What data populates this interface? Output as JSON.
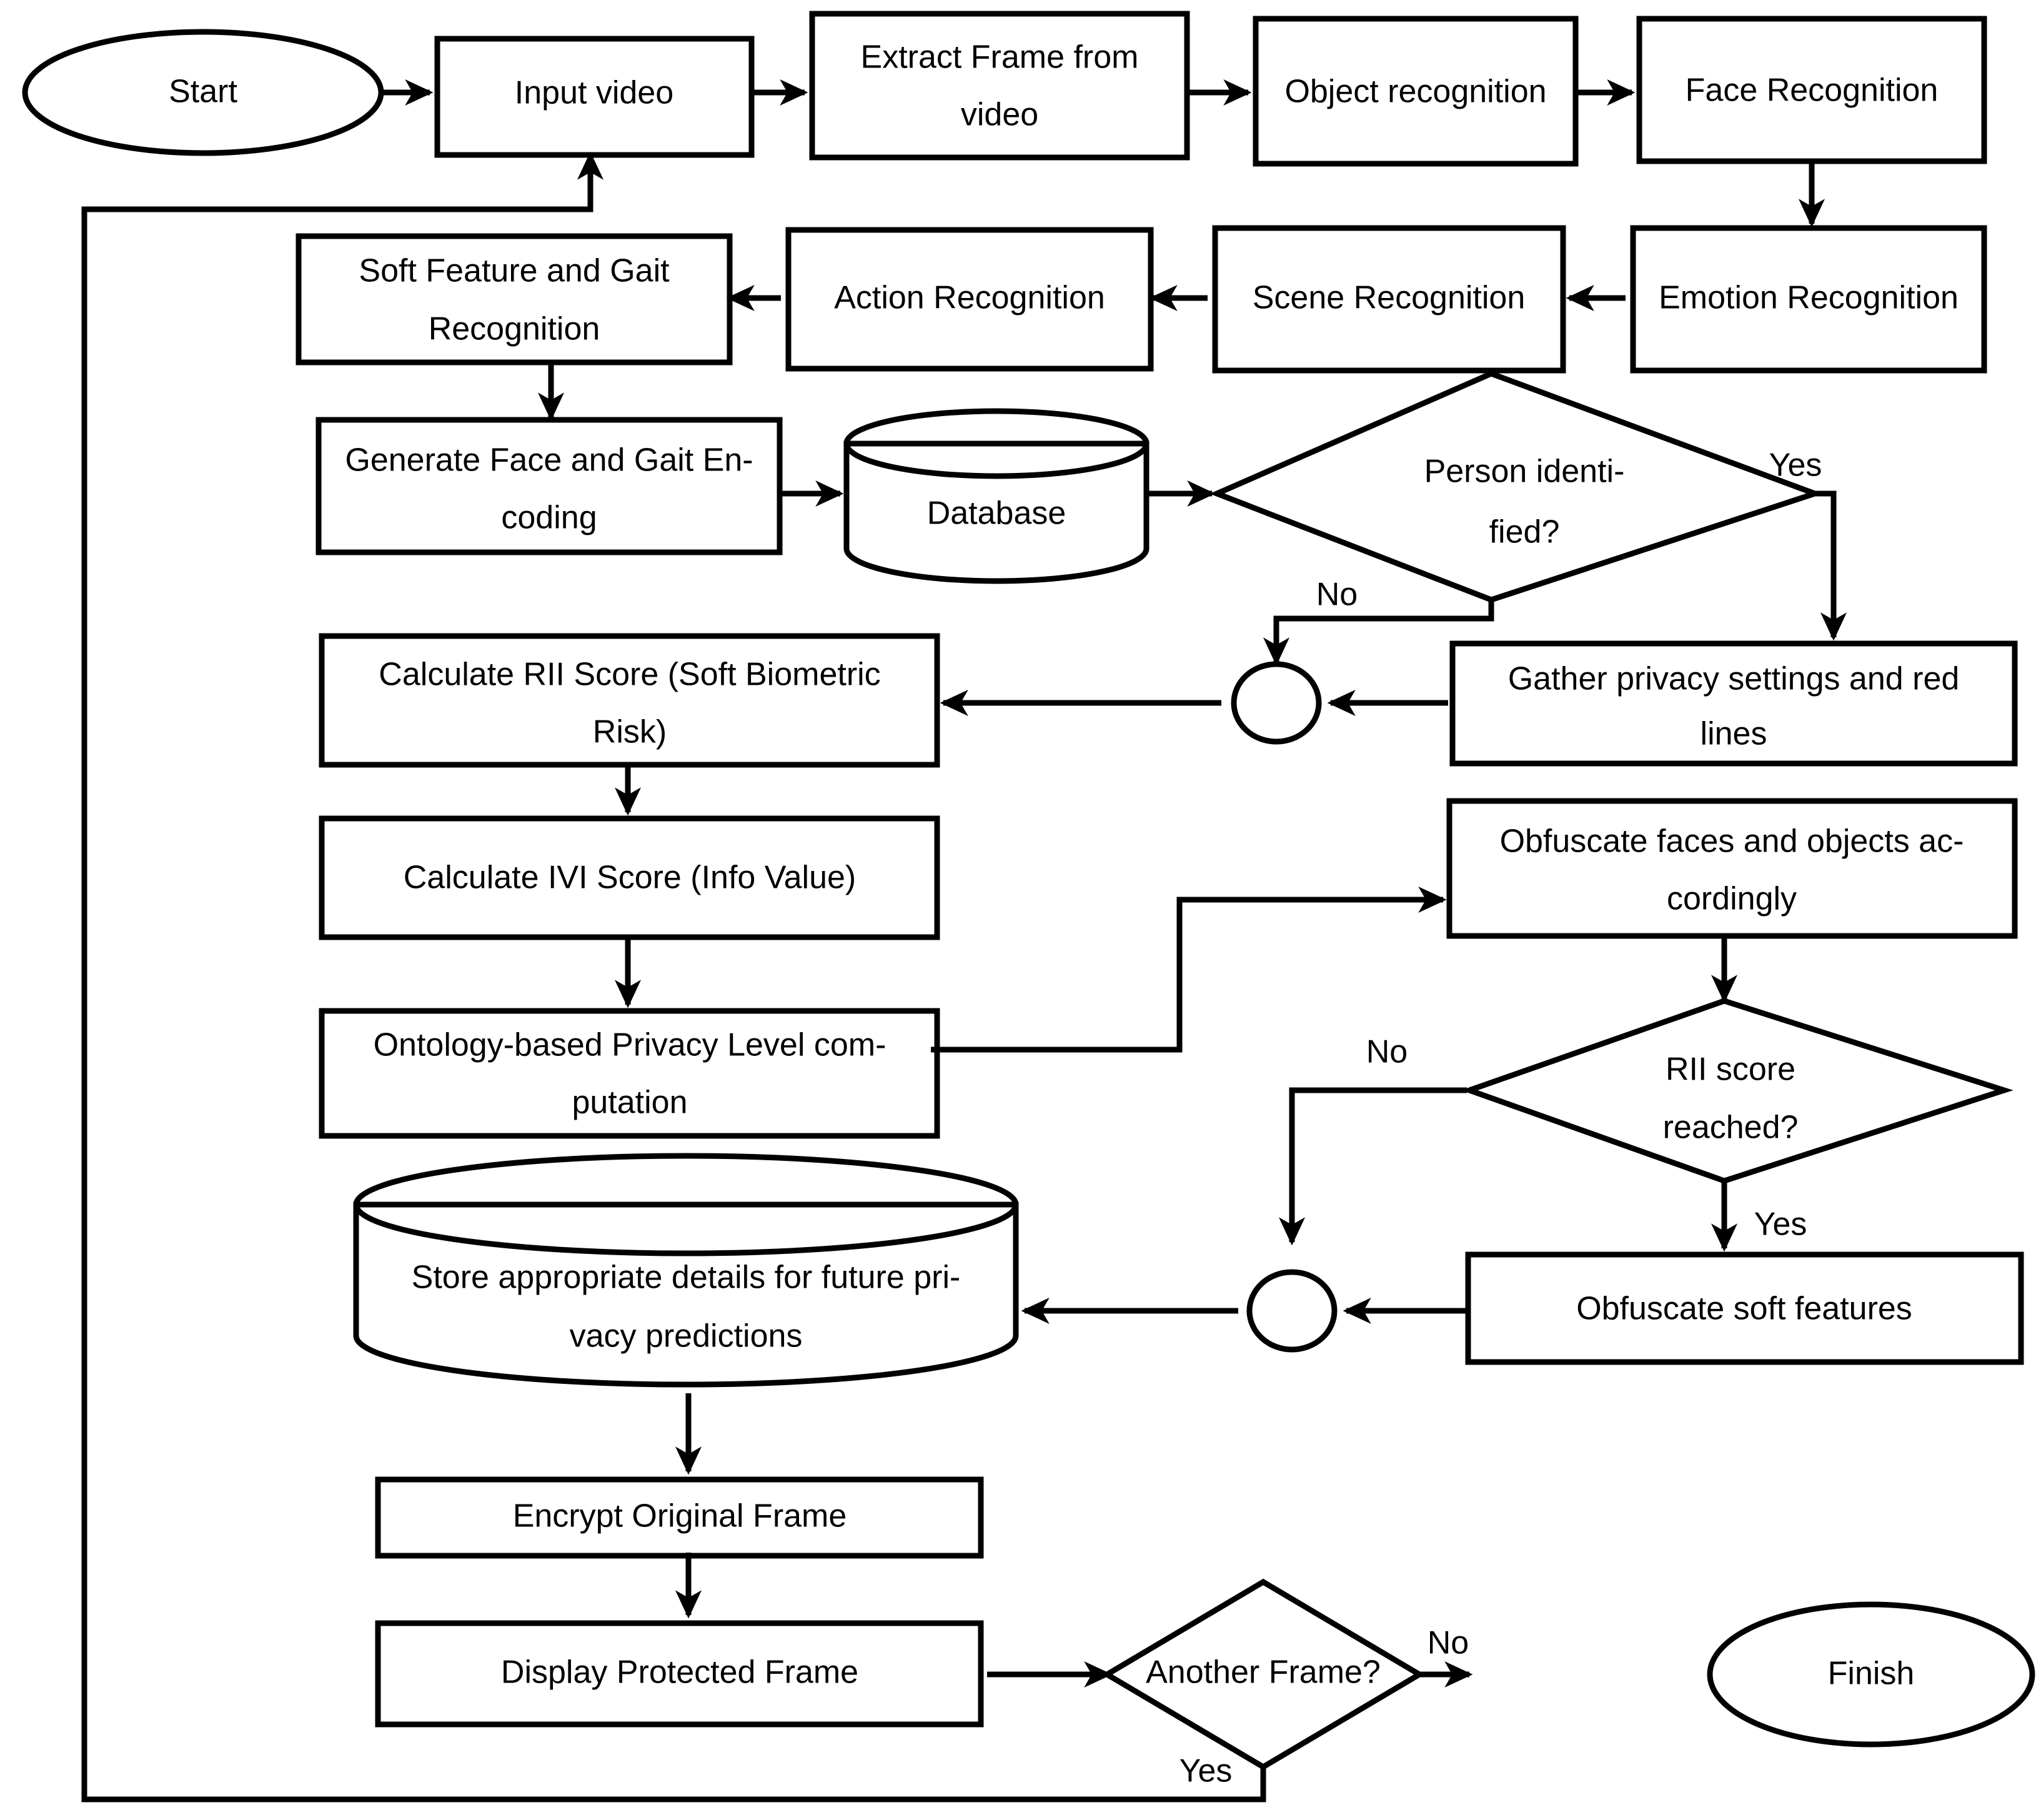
{
  "diagram": {
    "title": "Privacy-preserving video processing flowchart",
    "colors": {
      "stroke": "#000000",
      "fill": "#ffffff",
      "text": "#000000"
    },
    "nodes": {
      "start": {
        "label": "Start",
        "shape": "terminator-ellipse"
      },
      "input_video": {
        "label": "Input video",
        "shape": "process"
      },
      "extract_frame": {
        "line1": "Extract Frame from",
        "line2": "video",
        "shape": "process"
      },
      "object_recognition": {
        "label": "Object recognition",
        "shape": "process"
      },
      "face_recognition": {
        "label": "Face Recognition",
        "shape": "process"
      },
      "emotion_recognition": {
        "label": "Emotion Recognition",
        "shape": "process"
      },
      "scene_recognition": {
        "label": "Scene Recognition",
        "shape": "process"
      },
      "action_recognition": {
        "label": "Action Recognition",
        "shape": "process"
      },
      "soft_feature_gait": {
        "line1": "Soft Feature and Gait",
        "line2": "Recognition",
        "shape": "process"
      },
      "generate_encoding": {
        "line1": "Generate Face and Gait En-",
        "line2": "coding",
        "shape": "process"
      },
      "database": {
        "label": "Database",
        "shape": "cylinder"
      },
      "person_identified": {
        "line1": "Person identi-",
        "line2": "fied?",
        "shape": "decision"
      },
      "gather_privacy": {
        "line1": "Gather privacy settings and red",
        "line2": "lines",
        "shape": "process"
      },
      "junction_top": {
        "label": "",
        "shape": "connector-circle"
      },
      "calculate_rii": {
        "line1": "Calculate RII Score (Soft Biometric",
        "line2": "Risk)",
        "shape": "process"
      },
      "calculate_ivi": {
        "label": "Calculate IVI Score (Info Value)",
        "shape": "process"
      },
      "ontology_privacy": {
        "line1": "Ontology-based Privacy Level com-",
        "line2": "putation",
        "shape": "process"
      },
      "obfuscate_faces": {
        "line1": "Obfuscate faces and objects ac-",
        "line2": "cordingly",
        "shape": "process"
      },
      "rii_reached": {
        "line1": "RII score",
        "line2": "reached?",
        "shape": "decision"
      },
      "obfuscate_soft": {
        "label": "Obfuscate soft features",
        "shape": "process"
      },
      "junction_bottom": {
        "label": "",
        "shape": "connector-circle"
      },
      "store_details": {
        "line1": "Store appropriate details for future pri-",
        "line2": "vacy predictions",
        "shape": "cylinder"
      },
      "encrypt_frame": {
        "label": "Encrypt Original Frame",
        "shape": "process"
      },
      "display_frame": {
        "label": "Display Protected Frame",
        "shape": "process"
      },
      "another_frame": {
        "label": "Another Frame?",
        "shape": "decision"
      },
      "finish": {
        "label": "Finish",
        "shape": "terminator-ellipse"
      }
    },
    "edge_labels": {
      "person_identified_yes": "Yes",
      "person_identified_no": "No",
      "rii_reached_no": "No",
      "rii_reached_yes": "Yes",
      "another_frame_no": "No",
      "another_frame_yes": "Yes"
    }
  }
}
